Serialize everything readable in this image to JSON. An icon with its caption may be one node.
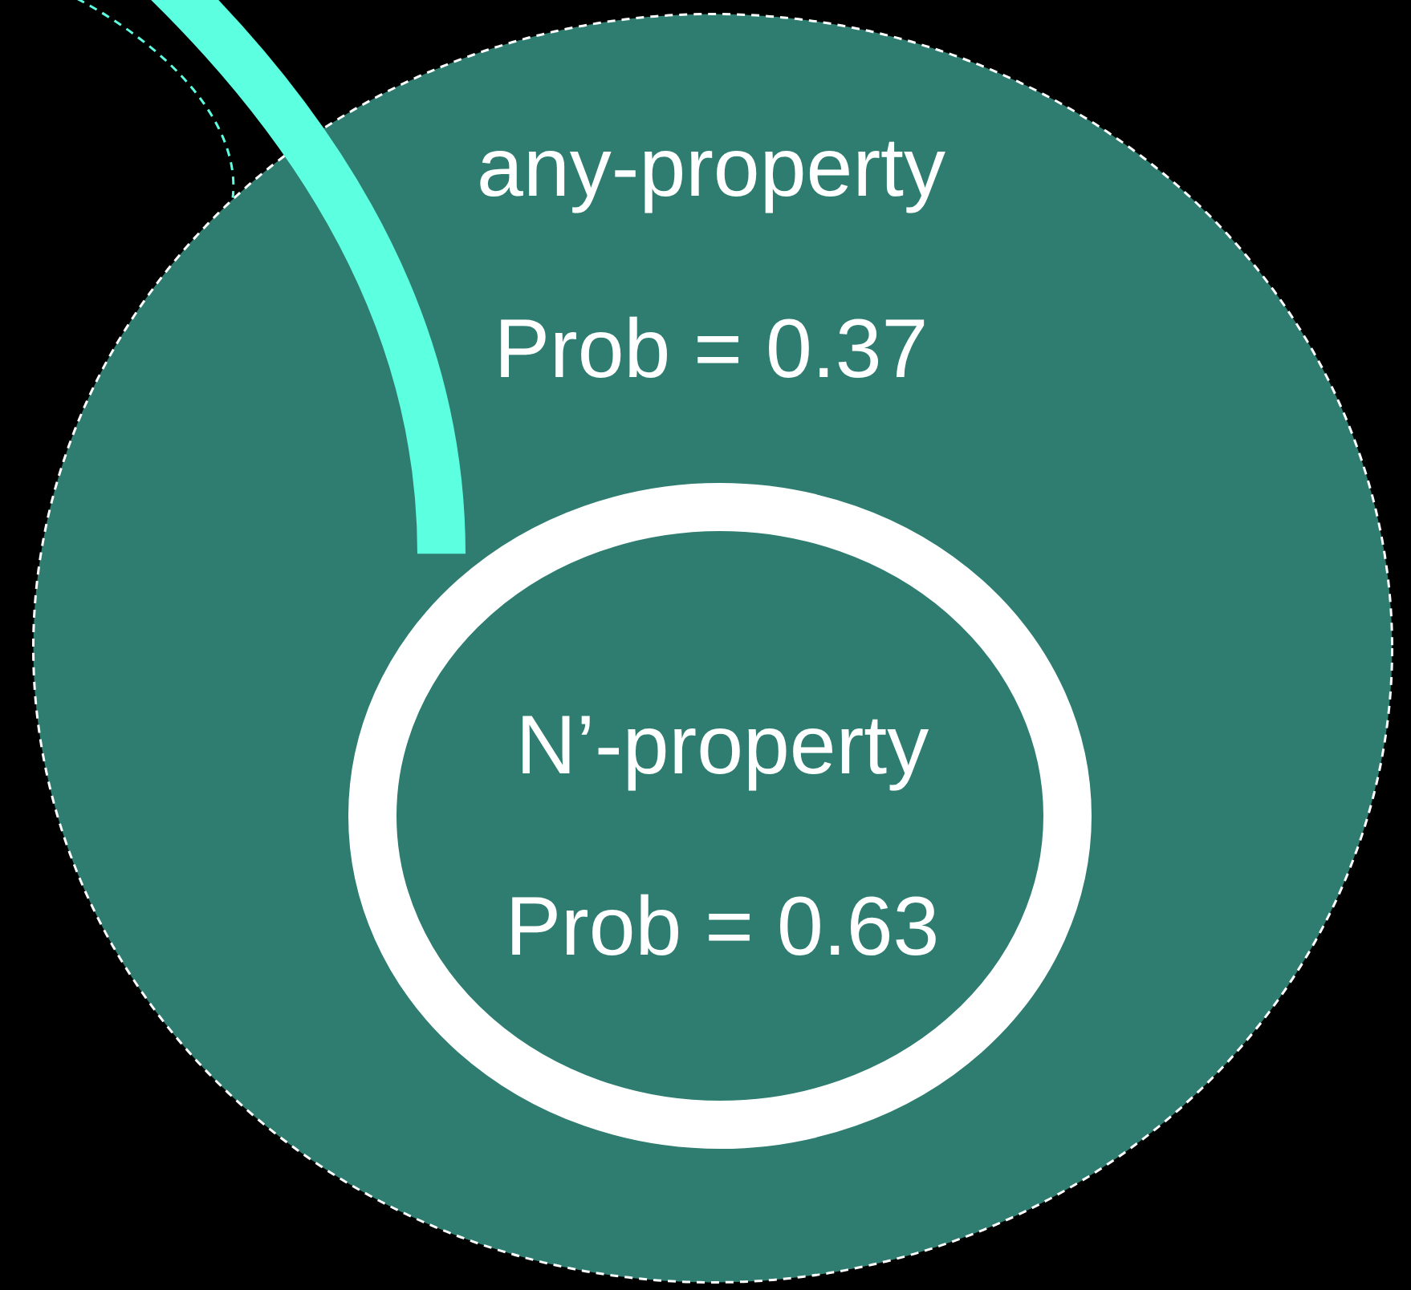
{
  "diagram": {
    "nodes": [
      {
        "text": [
          "any-property",
          "Prob = 0.37"
        ]
      },
      {
        "text": [
          "N’-property",
          "Prob = 0.63"
        ],
        "in": 0
      }
    ],
    "edges": [
      {
        "from": null,
        "to": 1,
        "arrow": "none",
        "style": "thick"
      },
      {
        "from": null,
        "to": 0,
        "arrow": "none",
        "style": "dashed"
      }
    ]
  }
}
